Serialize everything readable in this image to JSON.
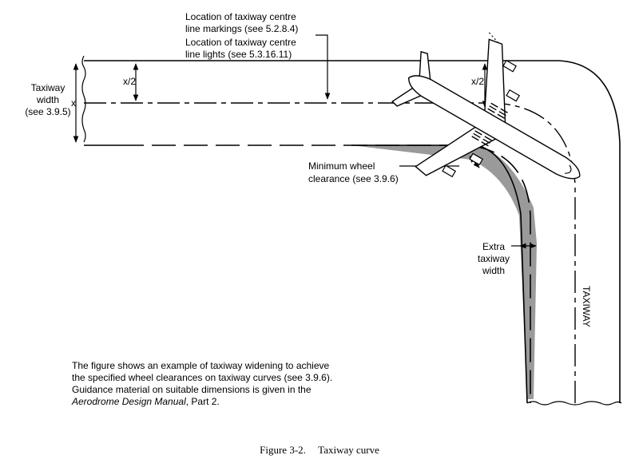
{
  "labels": {
    "markings_line1": "Location of taxiway centre",
    "markings_line2": "line markings (see 5.2.8.4)",
    "lights_line1": "Location of taxiway centre",
    "lights_line2": "line lights (see 5.3.16.11)",
    "width_line1": "Taxiway",
    "width_line2": "width",
    "width_line3": "(see 3.9.5)",
    "x_symbol": "x",
    "half_x_symbol": "x/2",
    "clearance_line1": "Minimum wheel",
    "clearance_line2": "clearance (see 3.9.6)",
    "extra_line1": "Extra",
    "extra_line2": "taxiway",
    "extra_line3": "width",
    "taxiway_vertical": "TAXIWAY"
  },
  "note": {
    "line1": "The figure shows an example of taxiway widening to achieve",
    "line2": "the specified wheel clearances on taxiway curves (see 3.9.6).",
    "line3": "Guidance material on suitable dimensions is given in the",
    "line4_italic": "Aerodrome Design Manual",
    "line4_rest": ", Part 2."
  },
  "caption": {
    "figure_number": "Figure 3-2.",
    "title": "Taxiway curve"
  },
  "colors": {
    "line": "#000000",
    "widening_fill": "#9a9a9a",
    "aircraft_fill": "#ffffff"
  }
}
